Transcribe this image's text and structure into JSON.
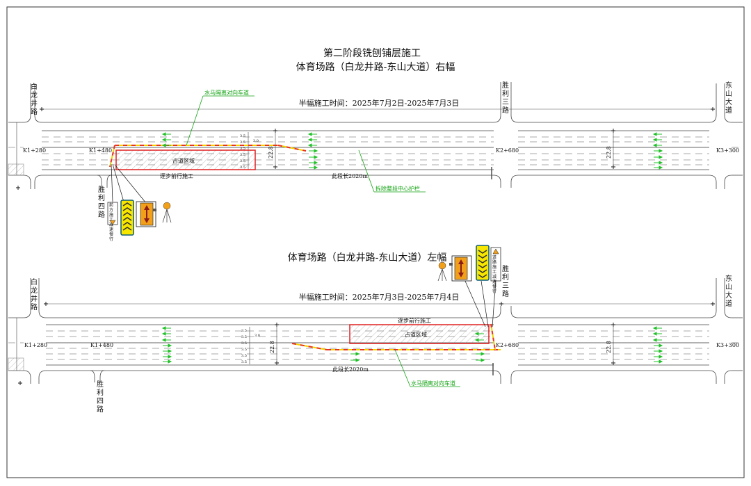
{
  "top": {
    "title_line1": "第二阶段铣刨铺层施工",
    "title_line2": "体育场路（白龙井路-东山大道）右幅",
    "schedule": "半幅施工时间：2025年7月2日-2025年7月3日",
    "stations": {
      "k1_280": "K1+280",
      "k1_480": "K1+480",
      "k2_680": "K2+680",
      "k3_300": "K3+300"
    },
    "cross_roads": {
      "left": "白龙井路",
      "lower_left": "胜利四路",
      "mid_right": "胜利三路",
      "right": "东山大道"
    },
    "work_zone": "占道区域",
    "progress_note": "逐步前行施工",
    "length_note": "此段长2020m",
    "label_barrier": "水马隔离对向车道",
    "label_median": "拆除整段中心护栏",
    "width_value": "22.8",
    "sign_text": "前方施工减速慢行"
  },
  "bottom": {
    "title": "体育场路（白龙井路-东山大道）左幅",
    "schedule": "半幅施工时间：2025年7月3日-2025年7月4日",
    "stations": {
      "k1_280": "K1+280",
      "k1_480": "K1+480",
      "k2_680": "K2+680",
      "k3_300": "K3+300"
    },
    "cross_roads": {
      "left": "白龙井路",
      "lower_left": "胜利四路",
      "mid_right": "胜利三路",
      "right": "东山大道"
    },
    "work_zone": "占道区域",
    "progress_note": "逐步前行施工",
    "length_note": "此段长2020m",
    "label_barrier": "水马隔离对向车道",
    "width_value": "22.8",
    "sign_text": "道路施工减速慢行"
  },
  "colors": {
    "work_zone": "#e02020",
    "green_label": "#12a312",
    "arrow": "#22c02a",
    "barrier_a": "#e8302a",
    "barrier_b": "#f2d600",
    "sign_yellow": "#f7e600",
    "sign_orange": "#f2a01a"
  }
}
